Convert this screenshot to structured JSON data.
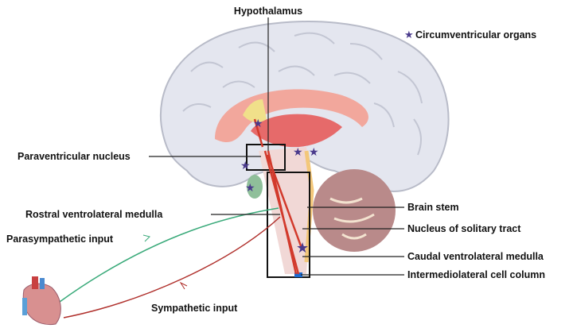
{
  "labels": {
    "hypothalamus": "Hypothalamus",
    "circumventricular": "Circumventricular organs",
    "paraventricular": "Paraventricular nucleus",
    "rvlm": "Rostral ventrolateral medulla",
    "parasympathetic": "Parasympathetic input",
    "sympathetic": "Sympathetic input",
    "brain_stem": "Brain stem",
    "nts": "Nucleus of solitary tract",
    "cvlm": "Caudal ventrolateral medulla",
    "iml": "Intermediolateral cell column"
  },
  "colors": {
    "sympathetic": "#c8302c",
    "parasympathetic": "#3aaa7a",
    "star": "#4a3a8c",
    "brain": "#e4e6ef",
    "brainstem": "#f1d8d6",
    "cerebellum": "#b98a8a"
  },
  "icons": [
    "star-icon",
    "heart-illustration",
    "brain-illustration"
  ]
}
